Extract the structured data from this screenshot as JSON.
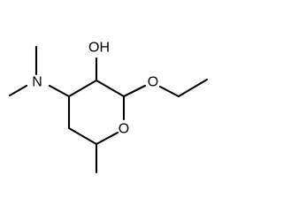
{
  "molecule": {
    "atoms": {
      "hydroxyl": "OH",
      "ring_oxygen": "O",
      "ether_oxygen": "O",
      "amine_nitrogen": "N"
    },
    "colors": {
      "bond": "#000000",
      "label": "#000000",
      "background": "#ffffff"
    }
  }
}
